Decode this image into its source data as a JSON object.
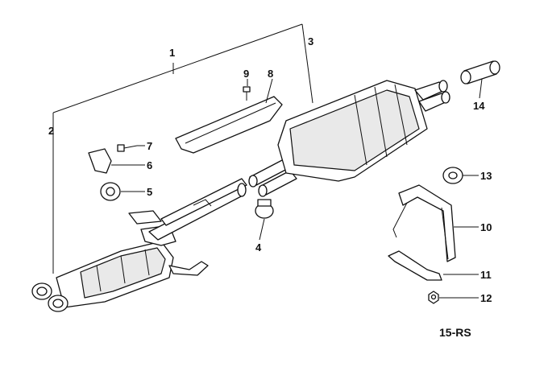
{
  "diagram": {
    "callouts": [
      "1",
      "2",
      "3",
      "4",
      "5",
      "6",
      "7",
      "8",
      "9",
      "10",
      "11",
      "12",
      "13",
      "14"
    ],
    "reference": "15-RS"
  }
}
